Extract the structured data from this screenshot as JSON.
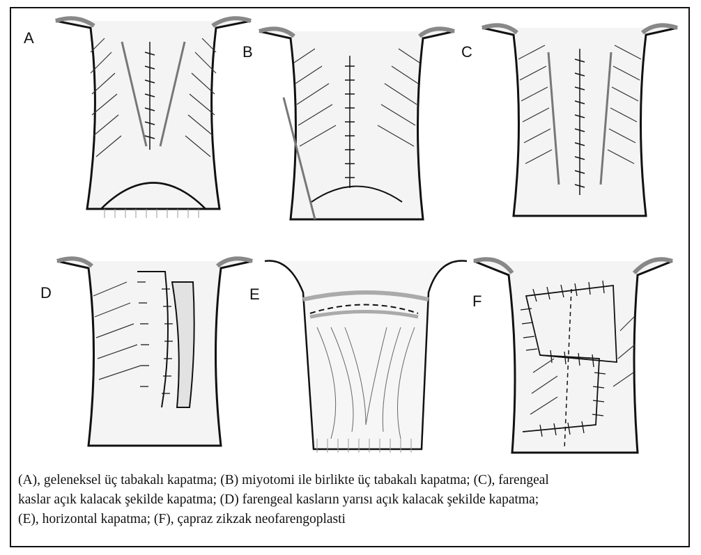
{
  "panels": [
    {
      "id": "A",
      "label": "A",
      "technique": "conventional"
    },
    {
      "id": "B",
      "label": "B",
      "technique": "myotomy"
    },
    {
      "id": "C",
      "label": "C",
      "technique": "open-muscles"
    },
    {
      "id": "D",
      "label": "D",
      "technique": "half-open"
    },
    {
      "id": "E",
      "label": "E",
      "technique": "horizontal"
    },
    {
      "id": "F",
      "label": "F",
      "technique": "zigzag"
    }
  ],
  "caption": {
    "line1": "(A), geleneksel üç tabakalı kapatma; (B) miyotomi ile birlikte üç tabakalı kapatma; (C), farengeal",
    "line2": "kaslar açık kalacak şekilde kapatma; (D) farengeal kasların yarısı açık kalacak şekilde kapatma;",
    "line3": "(E), horizontal kapatma; (F), çapraz zikzak neofarengoplasti"
  },
  "colors": {
    "ink": "#111111",
    "shade": "#c8c8c8",
    "paper": "#ffffff"
  }
}
